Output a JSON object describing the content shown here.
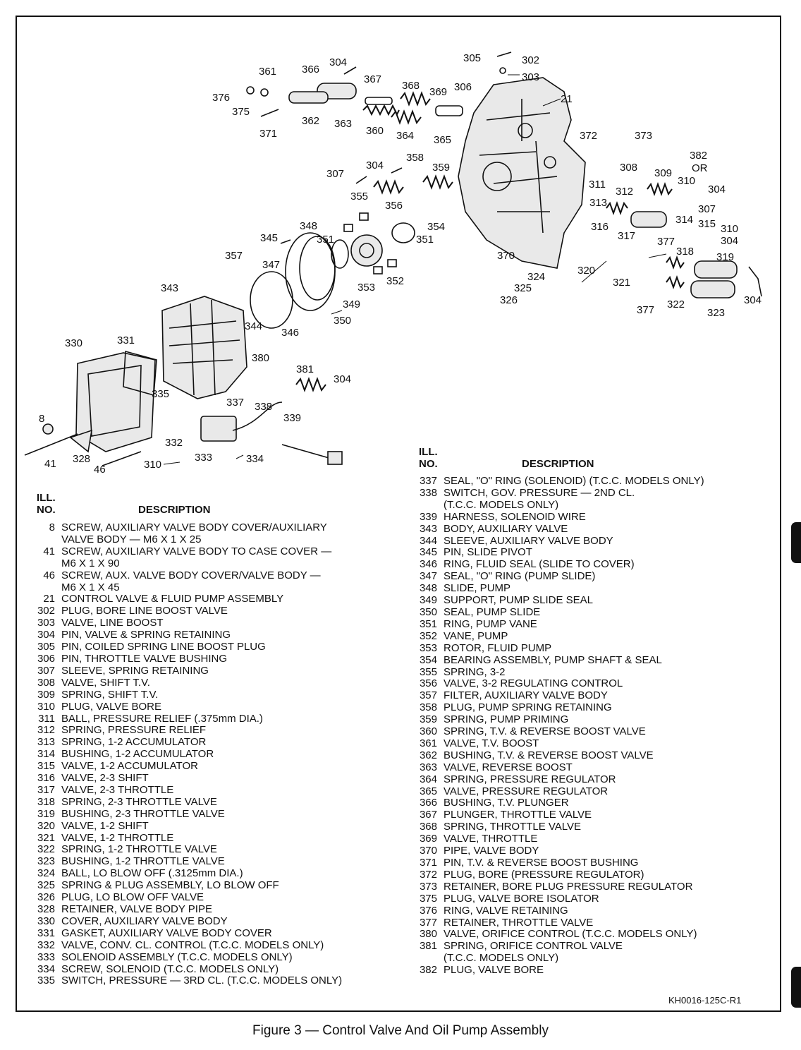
{
  "callouts": [
    "305",
    "302",
    "303",
    "304",
    "366",
    "361",
    "367",
    "368",
    "369",
    "306",
    "21",
    "376",
    "375",
    "362",
    "363",
    "360",
    "364",
    "365",
    "371",
    "372",
    "373",
    "382",
    "OR",
    "358",
    "304",
    "307",
    "359",
    "308",
    "309",
    "310",
    "304",
    "355",
    "356",
    "311",
    "312",
    "313",
    "307",
    "348",
    "345",
    "351",
    "354",
    "351",
    "314",
    "315",
    "310",
    "304",
    "316",
    "317",
    "377",
    "318",
    "319",
    "357",
    "370",
    "347",
    "353",
    "352",
    "320",
    "324",
    "325",
    "321",
    "326",
    "377",
    "322",
    "304",
    "323",
    "343",
    "349",
    "344",
    "346",
    "350",
    "330",
    "331",
    "380",
    "381",
    "304",
    "335",
    "337",
    "338",
    "339",
    "8",
    "332",
    "333",
    "334",
    "41",
    "328",
    "46",
    "310"
  ],
  "left_list": {
    "header_ill": "ILL.",
    "header_no": "NO.",
    "header_desc": "DESCRIPTION",
    "items": [
      {
        "n": "8",
        "d": "SCREW, AUXILIARY VALVE BODY COVER/AUXILIARY"
      },
      {
        "n": "",
        "d": "VALVE BODY — M6 X 1 X 25"
      },
      {
        "n": "41",
        "d": "SCREW, AUXILIARY VALVE BODY TO CASE COVER —"
      },
      {
        "n": "",
        "d": "M6 X 1 X 90"
      },
      {
        "n": "46",
        "d": "SCREW, AUX. VALVE BODY COVER/VALVE BODY —"
      },
      {
        "n": "",
        "d": "M6 X 1 X 45"
      },
      {
        "n": "21",
        "d": "CONTROL VALVE & FLUID PUMP ASSEMBLY"
      },
      {
        "n": "302",
        "d": "PLUG, BORE LINE BOOST VALVE"
      },
      {
        "n": "303",
        "d": "VALVE, LINE BOOST"
      },
      {
        "n": "304",
        "d": "PIN, VALVE & SPRING RETAINING"
      },
      {
        "n": "305",
        "d": "PIN, COILED SPRING LINE BOOST PLUG"
      },
      {
        "n": "306",
        "d": "PIN, THROTTLE VALVE BUSHING"
      },
      {
        "n": "307",
        "d": "SLEEVE, SPRING RETAINING"
      },
      {
        "n": "308",
        "d": "VALVE, SHIFT T.V."
      },
      {
        "n": "309",
        "d": "SPRING, SHIFT T.V."
      },
      {
        "n": "310",
        "d": "PLUG, VALVE BORE"
      },
      {
        "n": "311",
        "d": "BALL, PRESSURE RELIEF (.375mm DIA.)"
      },
      {
        "n": "312",
        "d": "SPRING, PRESSURE RELIEF"
      },
      {
        "n": "313",
        "d": "SPRING, 1-2 ACCUMULATOR"
      },
      {
        "n": "314",
        "d": "BUSHING, 1-2 ACCUMULATOR"
      },
      {
        "n": "315",
        "d": "VALVE, 1-2 ACCUMULATOR"
      },
      {
        "n": "316",
        "d": "VALVE, 2-3 SHIFT"
      },
      {
        "n": "317",
        "d": "VALVE, 2-3 THROTTLE"
      },
      {
        "n": "318",
        "d": "SPRING, 2-3 THROTTLE VALVE"
      },
      {
        "n": "319",
        "d": "BUSHING, 2-3 THROTTLE VALVE"
      },
      {
        "n": "320",
        "d": "VALVE, 1-2 SHIFT"
      },
      {
        "n": "321",
        "d": "VALVE, 1-2 THROTTLE"
      },
      {
        "n": "322",
        "d": "SPRING, 1-2 THROTTLE VALVE"
      },
      {
        "n": "323",
        "d": "BUSHING, 1-2 THROTTLE VALVE"
      },
      {
        "n": "324",
        "d": "BALL, LO BLOW OFF (.3125mm DIA.)"
      },
      {
        "n": "325",
        "d": "SPRING & PLUG ASSEMBLY, LO BLOW OFF"
      },
      {
        "n": "326",
        "d": "PLUG, LO BLOW OFF VALVE"
      },
      {
        "n": "328",
        "d": "RETAINER, VALVE BODY PIPE"
      },
      {
        "n": "330",
        "d": "COVER, AUXILIARY VALVE BODY"
      },
      {
        "n": "331",
        "d": "GASKET, AUXILIARY VALVE BODY COVER"
      },
      {
        "n": "332",
        "d": "VALVE, CONV. CL. CONTROL (T.C.C. MODELS ONLY)"
      },
      {
        "n": "333",
        "d": "SOLENOID ASSEMBLY (T.C.C. MODELS ONLY)"
      },
      {
        "n": "334",
        "d": "SCREW, SOLENOID (T.C.C. MODELS ONLY)"
      },
      {
        "n": "335",
        "d": "SWITCH, PRESSURE — 3RD CL. (T.C.C. MODELS ONLY)"
      }
    ]
  },
  "right_list": {
    "header_ill": "ILL.",
    "header_no": "NO.",
    "header_desc": "DESCRIPTION",
    "items": [
      {
        "n": "337",
        "d": "SEAL, \"O\" RING (SOLENOID) (T.C.C. MODELS ONLY)"
      },
      {
        "n": "338",
        "d": "SWITCH, GOV. PRESSURE — 2ND CL."
      },
      {
        "n": "",
        "d": "(T.C.C. MODELS ONLY)"
      },
      {
        "n": "339",
        "d": "HARNESS, SOLENOID WIRE"
      },
      {
        "n": "343",
        "d": "BODY, AUXILIARY VALVE"
      },
      {
        "n": "344",
        "d": "SLEEVE, AUXILIARY VALVE BODY"
      },
      {
        "n": "345",
        "d": "PIN, SLIDE PIVOT"
      },
      {
        "n": "346",
        "d": "RING, FLUID SEAL (SLIDE TO COVER)"
      },
      {
        "n": "347",
        "d": "SEAL, \"O\" RING (PUMP SLIDE)"
      },
      {
        "n": "348",
        "d": "SLIDE, PUMP"
      },
      {
        "n": "349",
        "d": "SUPPORT, PUMP SLIDE SEAL"
      },
      {
        "n": "350",
        "d": "SEAL, PUMP SLIDE"
      },
      {
        "n": "351",
        "d": "RING, PUMP VANE"
      },
      {
        "n": "352",
        "d": "VANE, PUMP"
      },
      {
        "n": "353",
        "d": "ROTOR, FLUID PUMP"
      },
      {
        "n": "354",
        "d": "BEARING ASSEMBLY, PUMP SHAFT & SEAL"
      },
      {
        "n": "355",
        "d": "SPRING, 3-2"
      },
      {
        "n": "356",
        "d": "VALVE, 3-2 REGULATING CONTROL"
      },
      {
        "n": "357",
        "d": "FILTER, AUXILIARY VALVE BODY"
      },
      {
        "n": "358",
        "d": "PLUG, PUMP SPRING RETAINING"
      },
      {
        "n": "359",
        "d": "SPRING, PUMP PRIMING"
      },
      {
        "n": "360",
        "d": "SPRING, T.V. & REVERSE BOOST VALVE"
      },
      {
        "n": "361",
        "d": "VALVE, T.V. BOOST"
      },
      {
        "n": "362",
        "d": "BUSHING, T.V. & REVERSE BOOST VALVE"
      },
      {
        "n": "363",
        "d": "VALVE, REVERSE BOOST"
      },
      {
        "n": "364",
        "d": "SPRING, PRESSURE REGULATOR"
      },
      {
        "n": "365",
        "d": "VALVE, PRESSURE REGULATOR"
      },
      {
        "n": "366",
        "d": "BUSHING, T.V. PLUNGER"
      },
      {
        "n": "367",
        "d": "PLUNGER, THROTTLE VALVE"
      },
      {
        "n": "368",
        "d": "SPRING, THROTTLE VALVE"
      },
      {
        "n": "369",
        "d": "VALVE, THROTTLE"
      },
      {
        "n": "370",
        "d": "PIPE, VALVE BODY"
      },
      {
        "n": "371",
        "d": "PIN, T.V. & REVERSE BOOST BUSHING"
      },
      {
        "n": "372",
        "d": "PLUG, BORE (PRESSURE REGULATOR)"
      },
      {
        "n": "373",
        "d": "RETAINER, BORE PLUG PRESSURE REGULATOR"
      },
      {
        "n": "375",
        "d": "PLUG, VALVE BORE ISOLATOR"
      },
      {
        "n": "376",
        "d": "RING, VALVE RETAINING"
      },
      {
        "n": "377",
        "d": "RETAINER, THROTTLE VALVE"
      },
      {
        "n": "380",
        "d": "VALVE, ORIFICE CONTROL (T.C.C. MODELS ONLY)"
      },
      {
        "n": "381",
        "d": "SPRING, ORIFICE CONTROL VALVE"
      },
      {
        "n": "",
        "d": "(T.C.C. MODELS ONLY)"
      },
      {
        "n": "382",
        "d": "PLUG, VALVE BORE"
      }
    ]
  },
  "code_ref": "KH0016-125C-R1",
  "caption": "Figure 3 — Control Valve And Oil Pump Assembly"
}
